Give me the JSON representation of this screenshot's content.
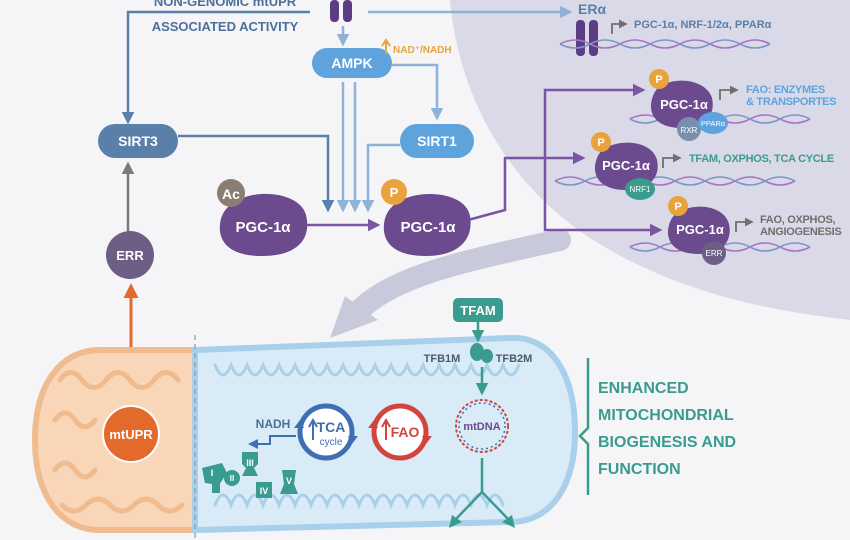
{
  "top_text": {
    "line1": "NON-GENOMIC mtUPR",
    "line2": "ASSOCIATED ACTIVITY"
  },
  "nodes": {
    "ampk": "AMPK",
    "nad_ratio": "NAD⁺/NADH",
    "sirt3": "SIRT3",
    "sirt1": "SIRT1",
    "err": "ERR",
    "pgc_ac": "PGC-1α",
    "ac_badge": "Ac",
    "pgc_p": "PGC-1α",
    "p_badge": "P"
  },
  "nucleus": {
    "era_label": "ERα",
    "era_targets": "PGC-1α, NRF-1/2α, PPARα",
    "complexes": [
      {
        "pgc": "PGC-1α",
        "badge": "P",
        "partner1": "RXR",
        "partner2": "PPARα",
        "target_line1": "FAO: ENZYMES",
        "target_line2": "& TRANSPORTES"
      },
      {
        "pgc": "PGC-1α",
        "badge": "P",
        "partner1": "NRF1",
        "target_line1": "TFAM, OXPHOS, TCA CYCLE"
      },
      {
        "pgc": "PGC-1α",
        "badge": "P",
        "partner1": "ERR",
        "target_line1": "FAO, OXPHOS,",
        "target_line2": "ANGIOGENESIS"
      }
    ]
  },
  "mito": {
    "tfam": "TFAM",
    "tfb1m": "TFB1M",
    "tfb2m": "TFB2M",
    "mtdna": "mtDNA",
    "mtupr": "mtUPR",
    "nadh": "NADH",
    "tca_line1": "TCA",
    "tca_line2": "cycle",
    "fao": "FAO",
    "complexes": [
      "I",
      "II",
      "III",
      "IV",
      "V"
    ]
  },
  "outcome": {
    "line1": "ENHANCED",
    "line2": "MITOCHONDRIAL",
    "line3": "BIOGENESIS AND",
    "line4": "FUNCTION"
  },
  "colors": {
    "steel_blue": "#5a7fa8",
    "light_blue": "#5fa3dd",
    "purple": "#6b4a8e",
    "arrow_purple": "#7b55a3",
    "orange": "#e36a2a",
    "teal": "#3a9b8f",
    "gold": "#e8a33d",
    "nucleus": "#d9d9e8",
    "gray": "#6f6f6f",
    "text_blue": "#4d6f9a"
  }
}
